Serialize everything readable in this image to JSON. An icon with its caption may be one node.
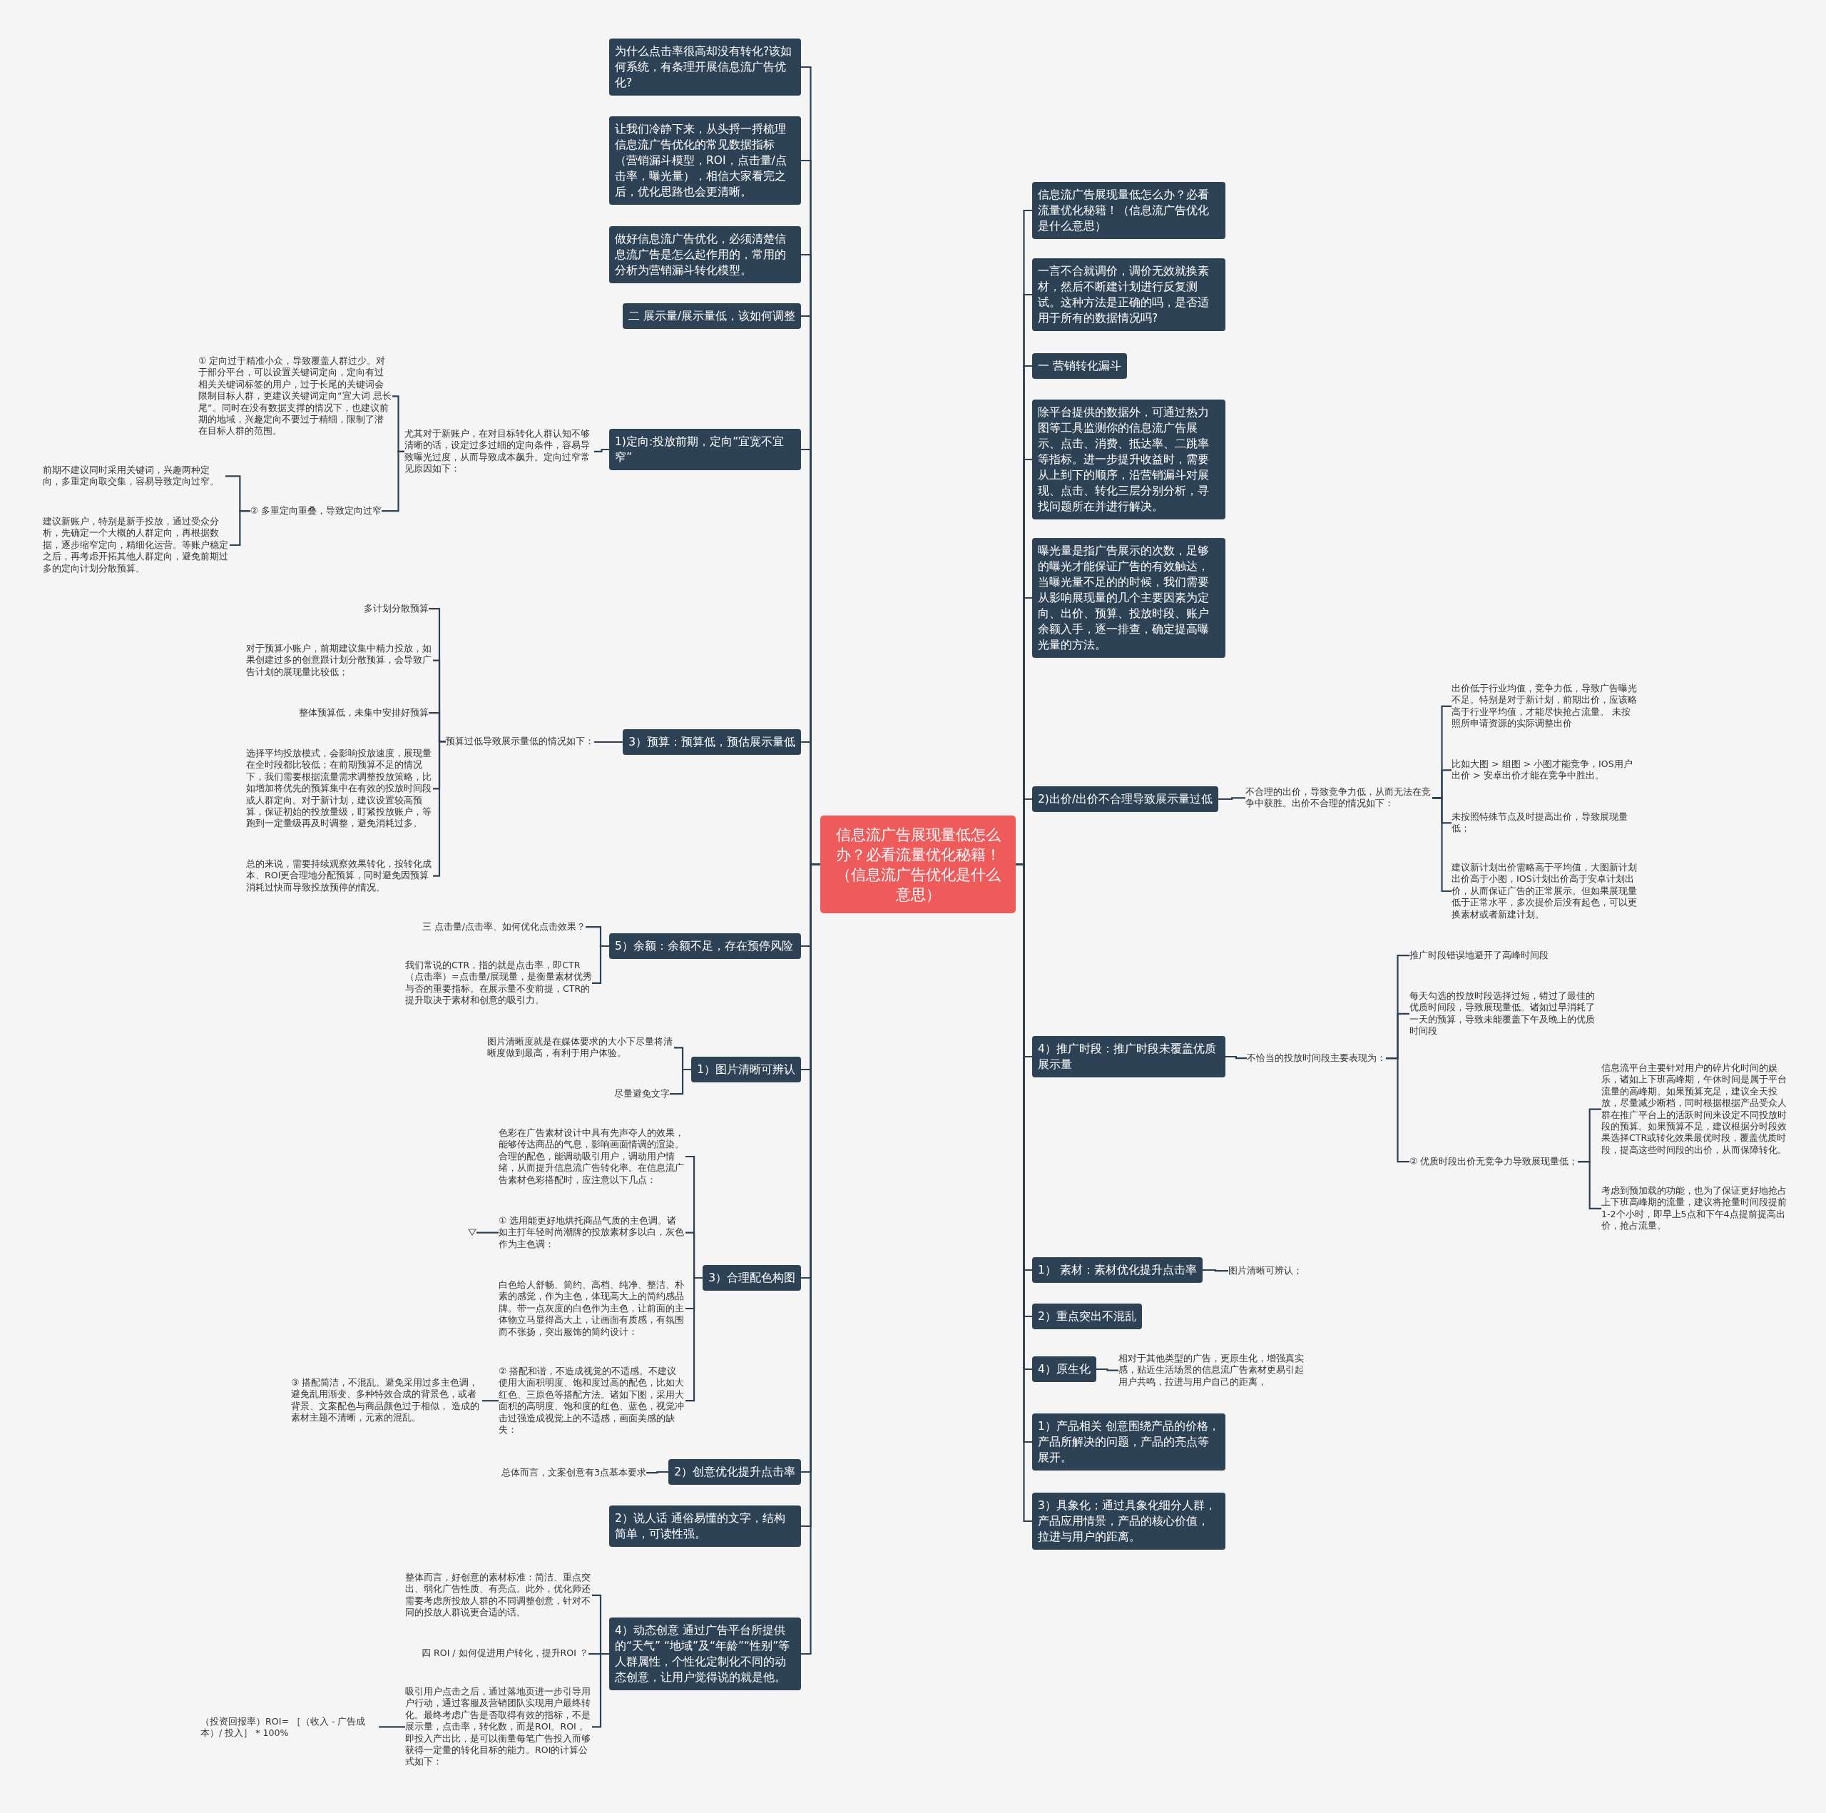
{
  "diagram": {
    "nodes": [
      {
        "text": [
          "信息流广告展现量低怎么办？必看流量优化秘籍！（信息流广告优化是什么意思）"
        ]
      },
      {
        "text": [
          "为什么点击率很高却没有转化?该如何系统，有条理开展信息流广告优化?"
        ]
      },
      {
        "text": [
          "让我们冷静下来，从头捋一捋梳理信息流广告优化的常见数据指标（营销漏斗模型，ROI，点击量/点击率，曝光量），相信大家看完之后，优化思路也会更清晰。"
        ]
      },
      {
        "text": [
          "做好信息流广告优化，必须清楚信息流广告是怎么起作用的，常用的分析为营销漏斗转化模型。"
        ]
      },
      {
        "text": [
          "二 展示量/展示量低，该如何调整"
        ]
      },
      {
        "text": [
          "1)定向:投放前期，定向“宜宽不宜窄”"
        ]
      },
      {
        "text": [
          "尤其对于新账户，在对目标转化人群认知不够清晰的话，设定过多过细的定向条件，容易导致曝光过度，从而导致成本飙升。定向过窄常见原因如下："
        ]
      },
      {
        "text": [
          "① 定向过于精准小众，导致覆盖人群过少。对于部分平台，可以设置关键词定向，定向有过相关关键词标签的用户，过于长尾的关键词会限制目标人群，更建议关键词定向“宜大词 忌长尾”。同时在没有数据支撑的情况下，也建议前期的地域，兴趣定向不要过于精细，限制了潜在目标人群的范围。"
        ]
      },
      {
        "text": [
          "② 多重定向重叠，导致定向过窄"
        ]
      },
      {
        "text": [
          "前期不建议同时采用关键词，兴趣两种定向，多重定向取交集，容易导致定向过窄。"
        ]
      },
      {
        "text": [
          "建议新账户，特别是新手投放，通过受众分析，先确定一个大概的人群定向，再根据数据，逐步缩窄定向，精细化运营。等账户稳定之后，再考虑开拓其他人群定向，避免前期过多的定向计划分散预算。"
        ]
      },
      {
        "text": [
          "3）预算：预算低，预估展示量低"
        ]
      },
      {
        "text": [
          "预算过低导致展示量低的情况如下："
        ]
      },
      {
        "text": [
          "多计划分散预算"
        ]
      },
      {
        "text": [
          "对于预算小账户，前期建议集中精力投放，如果创建过多的创意跟计划分散预算，会导致广告计划的展现量比较低；"
        ]
      },
      {
        "text": [
          "整体预算低，未集中安排好预算"
        ]
      },
      {
        "text": [
          "选择平均投放模式，会影响投放速度，展现量在全时段都比较低；在前期预算不足的情况下，我们需要根据流量需求调整投放策略，比如增加将优先的预算集中在有效的投放时间段或人群定向。对于新计划，建议设置较高预算，保证初始的投放量级，盯紧投放账户，等跑到一定量级再及时调整，避免消耗过多。"
        ]
      },
      {
        "text": [
          "总的来说，需要持续观察效果转化，按转化成本、ROI更合理地分配预算，同时避免因预算消耗过快而导致投放预停的情况。"
        ]
      },
      {
        "text": [
          "5）余额：余额不足，存在预停风险"
        ]
      },
      {
        "text": [
          "三 点击量/点击率、如何优化点击效果？"
        ]
      },
      {
        "text": [
          "我们常说的CTR，指的就是点击率，即CTR（点击率）=点击量/展现量，是衡量素材优秀与否的重要指标。在展示量不变前提，CTR的提升取决于素材和创意的吸引力。"
        ]
      },
      {
        "text": [
          "1）图片清晰可辨认"
        ]
      },
      {
        "text": [
          "图片清晰度就是在媒体要求的大小下尽量将清晰度做到最高，有利于用户体验。"
        ]
      },
      {
        "text": [
          "尽量避免文字"
        ]
      },
      {
        "text": [
          "3）合理配色构图"
        ]
      },
      {
        "text": [
          "色彩在广告素材设计中具有先声夺人的效果，能够传达商品的气息，影响画面情调的渲染。合理的配色，能调动吸引用户，调动用户情绪，从而提升信息流广告转化率。在信息流广告素材色彩搭配时，应注意以下几点："
        ]
      },
      {
        "text": [
          "① 选用能更好地烘托商品气质的主色调。诸如主打年轻时尚潮牌的投放素材多以白，灰色作为主色调："
        ]
      },
      {
        "text": [],
        "shape": "triangle"
      },
      {
        "text": [
          "白色给人舒畅、简约、高档、纯净、整洁、朴素的感觉，作为主色，体现高大上的简约感品牌。带一点灰度的白色作为主色，让前面的主体物立马显得高大上，让画面有质感，有氛围而不张扬，突出服饰的简约设计："
        ]
      },
      {
        "text": [
          "② 搭配和谐，不造成视觉的不适感。不建议使用大面积明度、饱和度过高的配色，比如大红色、三原色等搭配方法。诸如下图，采用大面积的高明度、饱和度的红色、蓝色，视觉冲击过强造成视觉上的不适感，画面美感的缺失："
        ]
      },
      {
        "text": [
          "③ 搭配简洁，不混乱。避免采用过多主色调，避免乱用渐变、多种特效合成的背景色，或者背景、文案配色与商品颜色过于相似， 造成的素材主题不清晰，元素的混乱。"
        ]
      },
      {
        "text": [
          "2）创意优化提升点击率"
        ]
      },
      {
        "text": [
          "总体而言，文案创意有3点基本要求"
        ]
      },
      {
        "text": [
          "2）说人话 通俗易懂的文字，结构简单，可读性强。"
        ]
      },
      {
        "text": [
          "4）动态创意  通过广告平台所提供的“天气” “地域”及“年龄”“性别”等人群属性，个性化定制化不同的动态创意，让用户觉得说的就是他。"
        ]
      },
      {
        "text": [
          "整体而言，好创意的素材标准：简洁、重点突出、弱化广告性质、有亮点。此外，优化师还需要考虑所投放人群的不同调整创意，针对不同的投放人群说更合适的话。"
        ]
      },
      {
        "text": [
          "四 ROI / 如何促进用户转化，提升ROI ？"
        ]
      },
      {
        "text": [
          "吸引用户点击之后，通过落地页进一步引导用户行动，通过客服及营销团队实现用户最终转化。最终考虑广告是否取得有效的指标，不是展示量，点击率，转化数，而是ROI。ROI，即投入产出比，是可以衡量每笔广告投入而够获得一定量的转化目标的能力。ROI的计算公式如下："
        ]
      },
      {
        "text": [
          "（投资回报率）ROI= ［（收入 - 广告成本）/ 投入］ * 100%"
        ]
      },
      {
        "text": [
          "信息流广告展现量低怎么办？必看流量优化秘籍！（信息流广告优化是什么意思）"
        ]
      },
      {
        "text": [
          "一言不合就调价，调价无效就换素材，然后不断建计划进行反复测试。这种方法是正确的吗，是否适用于所有的数据情况吗?"
        ]
      },
      {
        "text": [
          "一 营销转化漏斗"
        ]
      },
      {
        "text": [
          "除平台提供的数据外，可通过热力图等工具监测你的信息流广告展示、点击、消费、抵达率、二跳率等指标。进一步提升收益时，需要从上到下的顺序，沿营销漏斗对展现、点击、转化三层分别分析，寻找问题所在并进行解决。"
        ]
      },
      {
        "text": [
          "曝光量是指广告展示的次数，足够的曝光才能保证广告的有效触达，当曝光量不足的的时候，我们需要从影响展现量的几个主要因素为定向、出价、预算、投放时段、账户余额入手，逐一排查，确定提高曝光量的方法。"
        ]
      },
      {
        "text": [
          "2)出价/出价不合理导致展示量过低"
        ]
      },
      {
        "text": [
          "不合理的出价，导致竞争力低，从而无法在竞争中获胜。出价不合理的情况如下："
        ]
      },
      {
        "text": [
          "出价低于行业均值，竞争力低，导致广告曝光不足。特别是对于新计划，前期出价，应该略高于行业平均值，才能尽快抢占流量。 未按照所申请资源的实际调整出价"
        ]
      },
      {
        "text": [
          "比如大图 > 组图 > 小图才能竞争，IOS用户出价 > 安卓出价才能在竞争中胜出。"
        ]
      },
      {
        "text": [
          "未按照特殊节点及时提高出价，导致展现量低；"
        ]
      },
      {
        "text": [
          "建议新计划出价需略高于平均值，大图新计划出价高于小图，IOS计划出价高于安卓计划出价，从而保证广告的正常展示。但如果展现量低于正常水平，多次提价后没有起色，可以更换素材或者新建计划。"
        ]
      },
      {
        "text": [
          "4）推广时段：推广时段未覆盖优质展示量"
        ]
      },
      {
        "text": [
          "不恰当的投放时间段主要表现为："
        ]
      },
      {
        "text": [
          "推广时段错误地避开了高峰时间段"
        ]
      },
      {
        "text": [
          "每天勾选的投放时段选择过短，错过了最佳的优质时间段，导致展现量低。诸如过早消耗了一天的预算，导致未能覆盖下午及晚上的优质时间段"
        ]
      },
      {
        "text": [
          "② 优质时段出价无竞争力导致展现量低；"
        ]
      },
      {
        "text": [
          "信息流平台主要针对用户的碎片化时间的娱乐，诸如上下班高峰期，午休时间是属于平台流量的高峰期。如果预算充足，建议全天投放，尽量减少断档，同时根据根据产品受众人群在推广平台上的活跃时间来设定不同投放时段的预算。如果预算不足，建议根据分时段效果选择CTR或转化效果最优时段，覆盖优质时段，提高这些时间段的出价，从而保障转化。"
        ]
      },
      {
        "text": [
          "考虑到预加载的功能，也为了保证更好地抢占上下班高峰期的流量，建议将抢量时间段提前1-2个小时，即早上5点和下午4点提前提高出价，抢占流量。"
        ]
      },
      {
        "text": [
          "1） 素材：素材优化提升点击率"
        ]
      },
      {
        "text": [
          "图片清晰可辨认；"
        ]
      },
      {
        "text": [
          "2）重点突出不混乱"
        ]
      },
      {
        "text": [
          "4）原生化"
        ]
      },
      {
        "text": [
          "相对于其他类型的广告，更原生化，增强真实感，贴近生活场景的信息流广告素材更易引起用户共鸣，拉进与用户自己的距离，"
        ]
      },
      {
        "text": [
          "1）产品相关 创意围绕产品的价格，产品所解决的问题，产品的亮点等展开。"
        ]
      },
      {
        "text": [
          "3）具象化；通过具象化细分人群，产品应用情景，产品的核心价值，拉进与用户的距离。"
        ]
      }
    ],
    "edges": [
      {
        "from": 0,
        "to": 1,
        "arrow": "none"
      },
      {
        "from": 0,
        "to": 2,
        "arrow": "none"
      },
      {
        "from": 0,
        "to": 3,
        "arrow": "none"
      },
      {
        "from": 0,
        "to": 4,
        "arrow": "none"
      },
      {
        "from": 0,
        "to": 5,
        "arrow": "none"
      },
      {
        "from": 5,
        "to": 6,
        "arrow": "none"
      },
      {
        "from": 6,
        "to": 7,
        "arrow": "none"
      },
      {
        "from": 6,
        "to": 8,
        "arrow": "none"
      },
      {
        "from": 8,
        "to": 9,
        "arrow": "none"
      },
      {
        "from": 8,
        "to": 10,
        "arrow": "none"
      },
      {
        "from": 0,
        "to": 11,
        "arrow": "none"
      },
      {
        "from": 11,
        "to": 12,
        "arrow": "none"
      },
      {
        "from": 12,
        "to": 13,
        "arrow": "none"
      },
      {
        "from": 12,
        "to": 14,
        "arrow": "none"
      },
      {
        "from": 12,
        "to": 15,
        "arrow": "none"
      },
      {
        "from": 12,
        "to": 16,
        "arrow": "none"
      },
      {
        "from": 12,
        "to": 17,
        "arrow": "none"
      },
      {
        "from": 0,
        "to": 18,
        "arrow": "none"
      },
      {
        "from": 18,
        "to": 19,
        "arrow": "none"
      },
      {
        "from": 18,
        "to": 20,
        "arrow": "none"
      },
      {
        "from": 0,
        "to": 21,
        "arrow": "none"
      },
      {
        "from": 21,
        "to": 22,
        "arrow": "none"
      },
      {
        "from": 21,
        "to": 23,
        "arrow": "none"
      },
      {
        "from": 0,
        "to": 24,
        "arrow": "none"
      },
      {
        "from": 24,
        "to": 25,
        "arrow": "none"
      },
      {
        "from": 24,
        "to": 26,
        "arrow": "none"
      },
      {
        "from": 26,
        "to": 27,
        "arrow": "none"
      },
      {
        "from": 24,
        "to": 28,
        "arrow": "none"
      },
      {
        "from": 24,
        "to": 29,
        "arrow": "none"
      },
      {
        "from": 29,
        "to": 30,
        "arrow": "none"
      },
      {
        "from": 0,
        "to": 31,
        "arrow": "none"
      },
      {
        "from": 31,
        "to": 32,
        "arrow": "none"
      },
      {
        "from": 0,
        "to": 33,
        "arrow": "none"
      },
      {
        "from": 0,
        "to": 34,
        "arrow": "none"
      },
      {
        "from": 34,
        "to": 35,
        "arrow": "none"
      },
      {
        "from": 34,
        "to": 36,
        "arrow": "none"
      },
      {
        "from": 34,
        "to": 37,
        "arrow": "none"
      },
      {
        "from": 37,
        "to": 38,
        "arrow": "none"
      },
      {
        "from": 0,
        "to": 39,
        "arrow": "none"
      },
      {
        "from": 0,
        "to": 40,
        "arrow": "none"
      },
      {
        "from": 0,
        "to": 41,
        "arrow": "none"
      },
      {
        "from": 0,
        "to": 42,
        "arrow": "none"
      },
      {
        "from": 0,
        "to": 43,
        "arrow": "none"
      },
      {
        "from": 0,
        "to": 44,
        "arrow": "none"
      },
      {
        "from": 44,
        "to": 45,
        "arrow": "none"
      },
      {
        "from": 45,
        "to": 46,
        "arrow": "none"
      },
      {
        "from": 45,
        "to": 47,
        "arrow": "none"
      },
      {
        "from": 45,
        "to": 48,
        "arrow": "none"
      },
      {
        "from": 45,
        "to": 49,
        "arrow": "none"
      },
      {
        "from": 0,
        "to": 50,
        "arrow": "none"
      },
      {
        "from": 50,
        "to": 51,
        "arrow": "none"
      },
      {
        "from": 51,
        "to": 52,
        "arrow": "none"
      },
      {
        "from": 51,
        "to": 53,
        "arrow": "none"
      },
      {
        "from": 51,
        "to": 54,
        "arrow": "none"
      },
      {
        "from": 54,
        "to": 55,
        "arrow": "none"
      },
      {
        "from": 54,
        "to": 56,
        "arrow": "none"
      },
      {
        "from": 0,
        "to": 57,
        "arrow": "none"
      },
      {
        "from": 57,
        "to": 58,
        "arrow": "none"
      },
      {
        "from": 0,
        "to": 59,
        "arrow": "none"
      },
      {
        "from": 0,
        "to": 60,
        "arrow": "none"
      },
      {
        "from": 60,
        "to": 61,
        "arrow": "none"
      },
      {
        "from": 0,
        "to": 62,
        "arrow": "none"
      },
      {
        "from": 0,
        "to": 63,
        "arrow": "none"
      }
    ]
  }
}
